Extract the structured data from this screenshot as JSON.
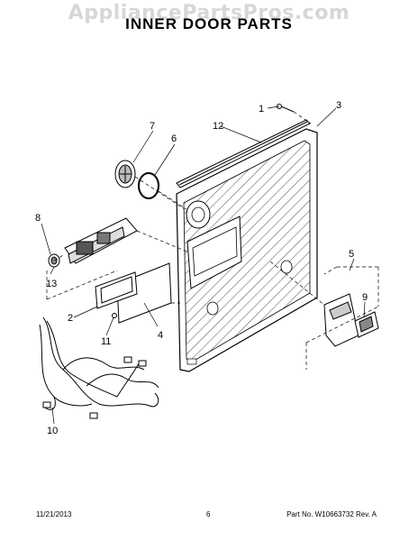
{
  "watermark": "AppliancePartsPros.com",
  "title": "INNER DOOR PARTS",
  "callouts": [
    "1",
    "2",
    "3",
    "4",
    "5",
    "6",
    "7",
    "8",
    "9",
    "10",
    "11",
    "12",
    "13"
  ],
  "footer": {
    "date": "11/21/2013",
    "page": "6",
    "part_info": "Part No. W10663732  Rev. A"
  }
}
